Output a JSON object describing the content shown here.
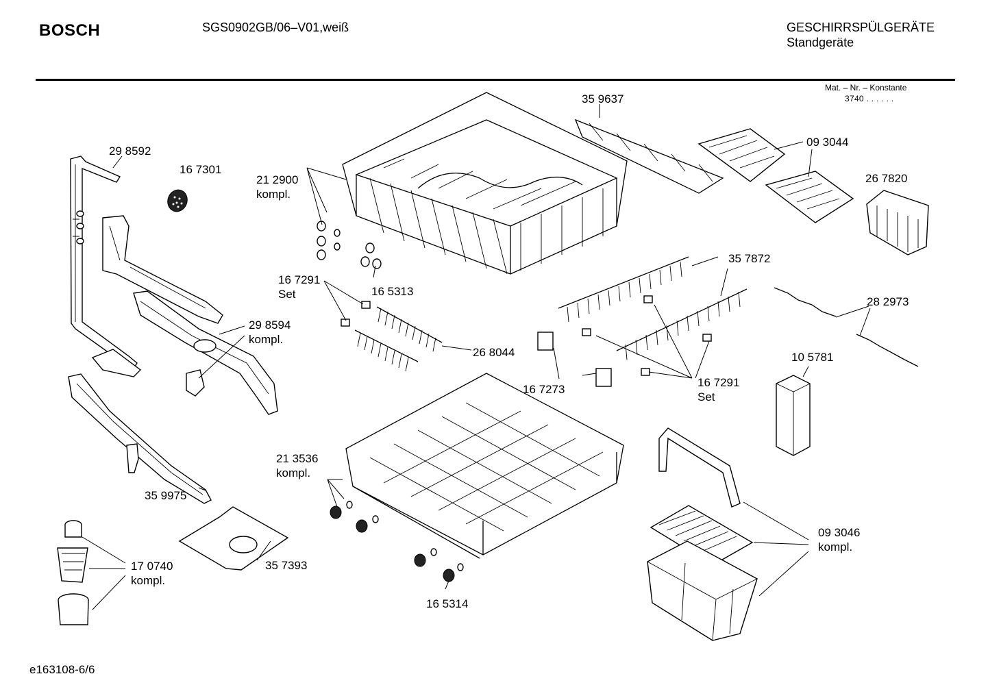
{
  "header": {
    "brand": "BOSCH",
    "model": "SGS0902GB/06–V01,weiß",
    "category_line1": "GESCHIRRSPÜLGERÄTE",
    "category_line2": "Standgeräte",
    "mat_label": "Mat. – Nr. – Konstante",
    "mat_value": "3740  .  .   .  .  .  ."
  },
  "footer": {
    "doc_id": "e163108-6/6"
  },
  "callouts": {
    "p298592": {
      "number": "29 8592"
    },
    "p167301": {
      "number": "16 7301"
    },
    "p212900": {
      "number": "21 2900",
      "note": "kompl."
    },
    "p359637": {
      "number": "35 9637"
    },
    "p093044": {
      "number": "09 3044"
    },
    "p267820": {
      "number": "26 7820"
    },
    "p357872": {
      "number": "35 7872"
    },
    "p167291a": {
      "number": "16 7291",
      "note": "Set"
    },
    "p165313": {
      "number": "16 5313"
    },
    "p282973": {
      "number": "28 2973"
    },
    "p298594": {
      "number": "29 8594",
      "note": "kompl."
    },
    "p268044": {
      "number": "26 8044"
    },
    "p105781": {
      "number": "10 5781"
    },
    "p167273": {
      "number": "16 7273"
    },
    "p167291b": {
      "number": "16 7291",
      "note": "Set"
    },
    "p213536": {
      "number": "21 3536",
      "note": "kompl."
    },
    "p359975": {
      "number": "35 9975"
    },
    "p093046": {
      "number": "09 3046",
      "note": "kompl."
    },
    "p170740": {
      "number": "17 0740",
      "note": "kompl."
    },
    "p357393": {
      "number": "35 7393"
    },
    "p165314": {
      "number": "16 5314"
    }
  }
}
